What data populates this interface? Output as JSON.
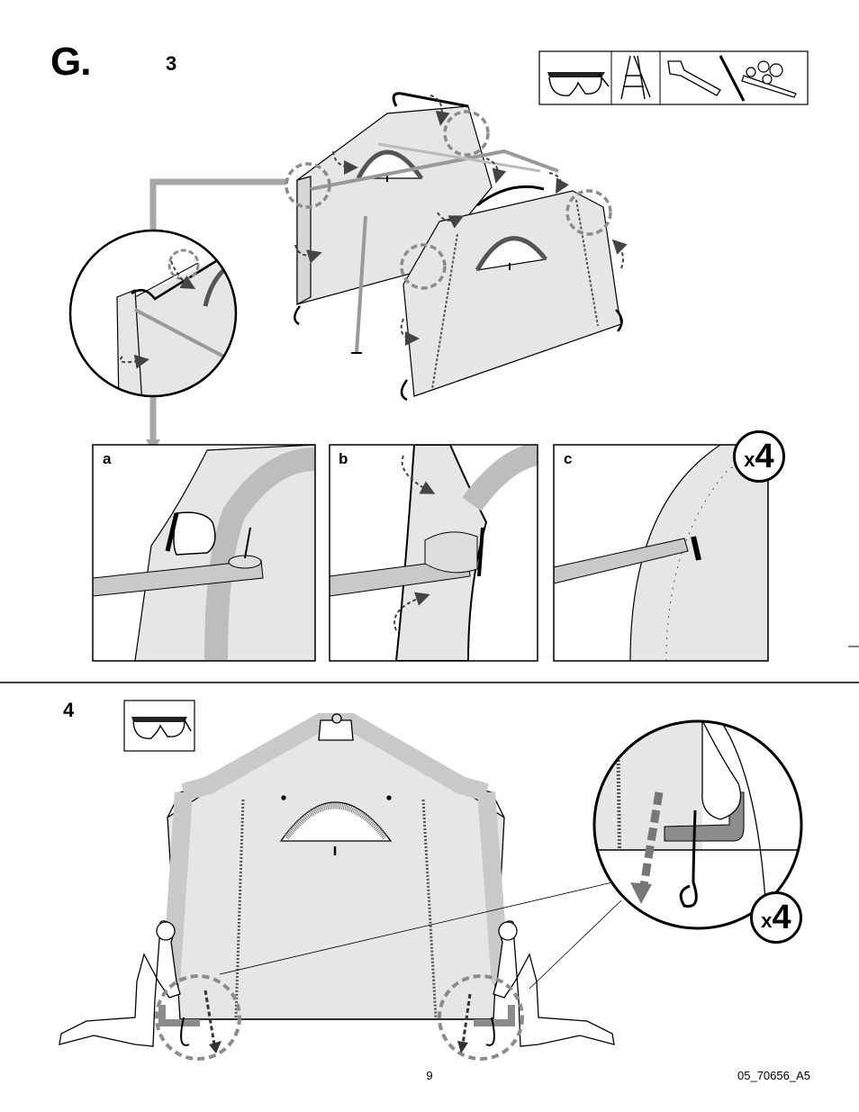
{
  "section": {
    "letter": "G."
  },
  "steps": {
    "step3": {
      "number": "3"
    },
    "step4": {
      "number": "4"
    }
  },
  "panels": {
    "a": {
      "label": "a"
    },
    "b": {
      "label": "b"
    },
    "c": {
      "label": "c"
    }
  },
  "multipliers": {
    "step3": {
      "x": "x",
      "count": "4"
    },
    "step4": {
      "x": "x",
      "count": "4"
    }
  },
  "tools": {
    "step3": [
      "safety-glasses-icon",
      "step-ladder-icon",
      "adjustable-wrench-icon",
      "socket-wrench-icon"
    ],
    "step4": [
      "safety-glasses-icon"
    ]
  },
  "colors": {
    "fabric": "#e6e6e6",
    "frame": "#c9c9c9",
    "arrow_gray": "#a7a7a7",
    "dash_gray": "#8c8c8c",
    "ink": "#000000"
  },
  "footer": {
    "page_number": "9",
    "doc_code": "05_70656_A5"
  }
}
